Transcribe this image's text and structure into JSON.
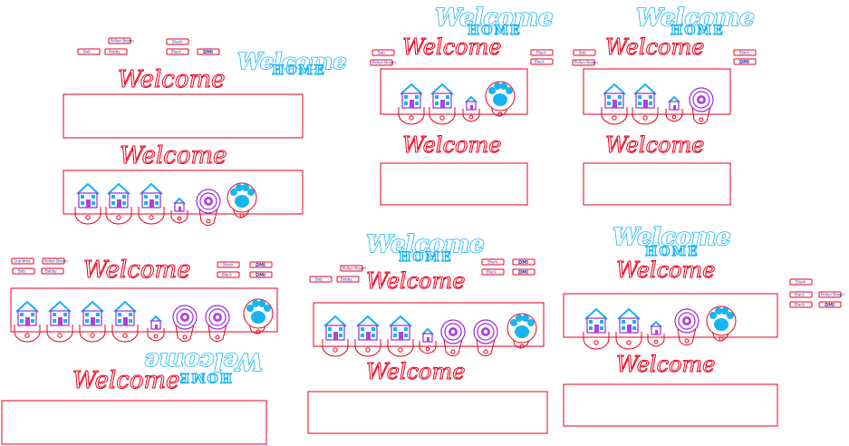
{
  "welcome_text": "Welcome",
  "home_text": "HOME",
  "script_text": "Welcome",
  "tags": {
    "grandma": "Grandma",
    "pollen_brown": "Pollen Brown",
    "bob": "Bob",
    "bobby": "Bobby",
    "shark": "Shark",
    "black": "Black",
    "number": "DMI"
  },
  "colors": {
    "cut_line": "#e8001c",
    "word_outline": "#18b4f0",
    "house_blue": "#18b4f0",
    "house_magenta": "#b040e0"
  },
  "layouts": [
    {
      "houses": 3,
      "small_houses": 1,
      "pets": 1,
      "paws": 1
    },
    {
      "houses": 2,
      "small_houses": 1,
      "pets": 0,
      "paws": 1
    },
    {
      "houses": 2,
      "small_houses": 1,
      "pets": 1,
      "paws": 0
    },
    {
      "houses": 4,
      "small_houses": 1,
      "pets": 2,
      "paws": 1
    },
    {
      "houses": 3,
      "small_houses": 1,
      "pets": 2,
      "paws": 1
    },
    {
      "houses": 2,
      "small_houses": 1,
      "pets": 1,
      "paws": 1
    }
  ]
}
